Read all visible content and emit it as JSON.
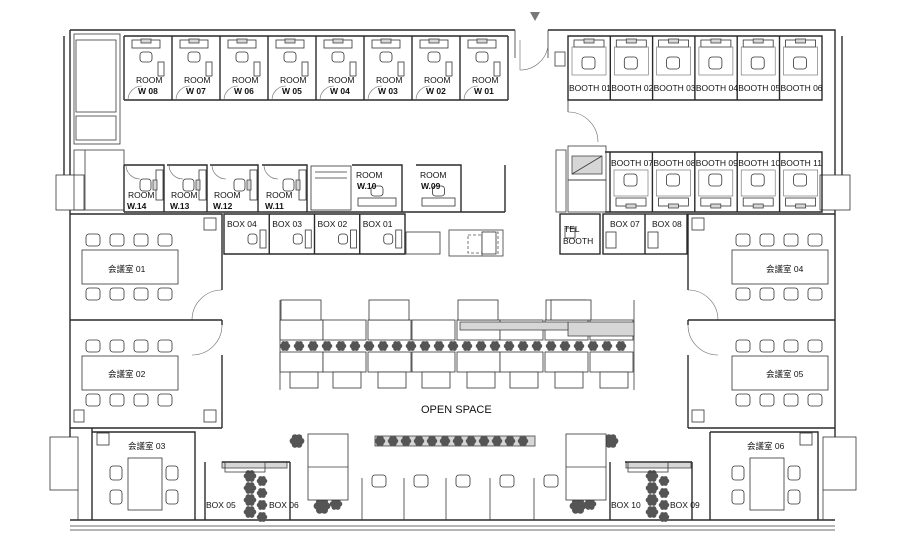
{
  "rooms_top": [
    "ROOM W 08",
    "ROOM W 07",
    "ROOM W 06",
    "ROOM W 05",
    "ROOM W 04",
    "ROOM W 03",
    "ROOM W 02",
    "ROOM W 01"
  ],
  "rooms_mid": [
    {
      "line1": "ROOM",
      "line2": "W.14"
    },
    {
      "line1": "ROOM",
      "line2": "W.13"
    },
    {
      "line1": "ROOM",
      "line2": "W.12"
    },
    {
      "line1": "ROOM",
      "line2": "W.11"
    },
    {
      "line1": "ROOM",
      "line2": "W.10"
    },
    {
      "line1": "ROOM",
      "line2": "W.09"
    }
  ],
  "booths_top": [
    "BOOTH 01",
    "BOOTH 02",
    "BOOTH 03",
    "BOOTH 04",
    "BOOTH 05",
    "BOOTH 06"
  ],
  "booths_mid": [
    "BOOTH 07",
    "BOOTH 08",
    "BOOTH 09",
    "BOOTH 10",
    "BOOTH 11"
  ],
  "boxes_mid": [
    "BOX 04",
    "BOX 03",
    "BOX 02",
    "BOX 01"
  ],
  "boxes_right": [
    "BOX 07",
    "BOX 08"
  ],
  "tel_booth": {
    "line1": "TEL",
    "line2": "BOOTH"
  },
  "meeting_rooms": {
    "r01": "会議室 01",
    "r02": "会議室 02",
    "r03": "会議室 03",
    "r04": "会議室 04",
    "r05": "会議室 05",
    "r06": "会議室 06"
  },
  "open_space": "OPEN SPACE",
  "boxes_bottom": [
    "BOX 05",
    "BOX 06",
    "BOX 10",
    "BOX 09"
  ]
}
